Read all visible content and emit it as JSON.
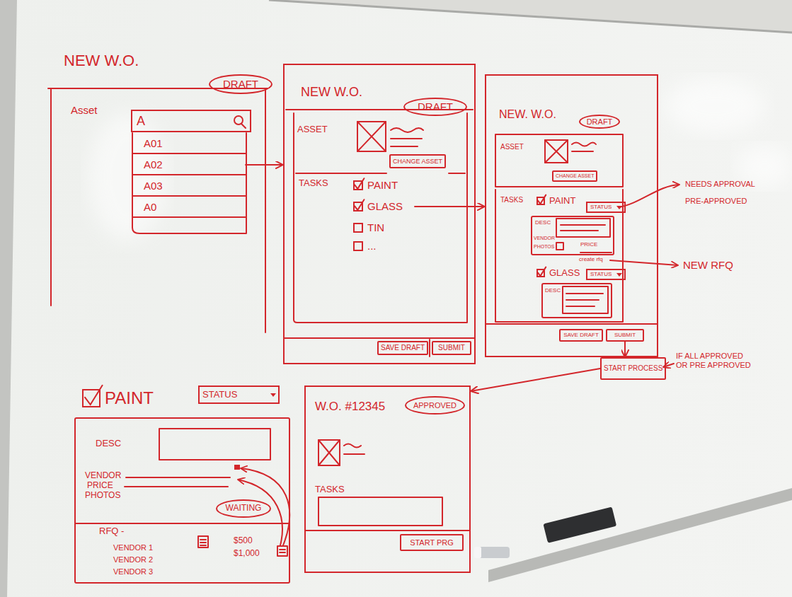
{
  "diagram": {
    "nodes": [
      {
        "text": [
          "NEW W.O.",
          "Asset"
        ]
      },
      {
        "text": [
          "DRAFT"
        ],
        "in": 0
      },
      {
        "text": [
          "A"
        ],
        "in": 0
      },
      {
        "text": [
          "A01"
        ],
        "in": 0
      },
      {
        "text": [
          "A02"
        ],
        "in": 0
      },
      {
        "text": [
          "A03"
        ],
        "in": 0
      },
      {
        "text": [
          "A0"
        ],
        "in": 0
      },
      {
        "text": [
          "NEW W.O.",
          "ASSET",
          "TASKS"
        ]
      },
      {
        "text": [
          "DRAFT"
        ],
        "in": 7
      },
      {
        "text": [
          "CHANGE ASSET"
        ],
        "in": 7
      },
      {
        "text": [
          "PAINT"
        ],
        "in": 7
      },
      {
        "text": [
          "GLASS"
        ],
        "in": 7
      },
      {
        "text": [
          "TIN"
        ],
        "in": 7
      },
      {
        "text": [
          "..."
        ],
        "in": 7
      },
      {
        "text": [
          "SAVE DRAFT"
        ],
        "in": 7
      },
      {
        "text": [
          "SUBMIT"
        ],
        "in": 7
      },
      {
        "text": [
          "NEW. W.O.",
          "ASSET",
          "TASKS"
        ]
      },
      {
        "text": [
          "DRAFT"
        ],
        "in": 16
      },
      {
        "text": [
          "CHANGE ASSET"
        ],
        "in": 16
      },
      {
        "text": [
          "PAINT"
        ],
        "in": 16
      },
      {
        "text": [
          "STATUS"
        ],
        "in": 16
      },
      {
        "text": [
          "DESC",
          "VENDOR",
          "PHOTOS",
          "PRICE"
        ],
        "in": 16
      },
      {
        "text": [
          "GLASS"
        ],
        "in": 16
      },
      {
        "text": [
          "STATUS"
        ],
        "in": 16
      },
      {
        "text": [
          "DESC"
        ],
        "in": 16
      },
      {
        "text": [
          "SAVE DRAFT"
        ],
        "in": 16
      },
      {
        "text": [
          "SUBMIT"
        ],
        "in": 16
      },
      {
        "text": [
          "START PROCESS"
        ]
      },
      {
        "text": [
          "PAINT"
        ]
      },
      {
        "text": [
          "STATUS"
        ]
      },
      {
        "text": [
          "DESC",
          "VENDOR",
          "PRICE",
          "PHOTOS",
          "RFQ -",
          "VENDOR 1",
          "$500",
          "VENDOR 2",
          "$1,000",
          "VENDOR 3"
        ]
      },
      {
        "text": [
          "WAITING"
        ],
        "in": 30
      },
      {
        "text": [
          "W.O. #12345",
          "TASKS"
        ]
      },
      {
        "text": [
          "APPROVED"
        ],
        "in": 32
      },
      {
        "text": [
          "START PRG"
        ],
        "in": 32
      }
    ],
    "edges": [
      {
        "from": 4,
        "to": 7,
        "arrow": "to"
      },
      {
        "from": 11,
        "to": 16,
        "arrow": "to"
      },
      {
        "from": 26,
        "to": 27,
        "arrow": "to"
      },
      {
        "from": 27,
        "to": 32,
        "arrow": "to"
      }
    ],
    "labels": [
      "NEEDS APPROVAL",
      "PRE-APPROVED",
      "create rfq",
      "NEW RFQ",
      "IF ALL APPROVED OR PRE APPROVED"
    ]
  }
}
